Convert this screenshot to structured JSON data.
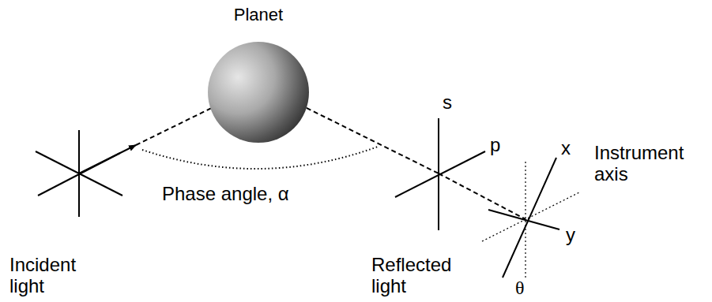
{
  "diagram": {
    "nodes": [
      {
        "text": [
          "Planet"
        ]
      }
    ],
    "labels": [
      "s",
      "p",
      "x",
      "y",
      "θ",
      "Phase angle, α",
      "Incident light",
      "Reflected light",
      "Instrument axis"
    ]
  }
}
